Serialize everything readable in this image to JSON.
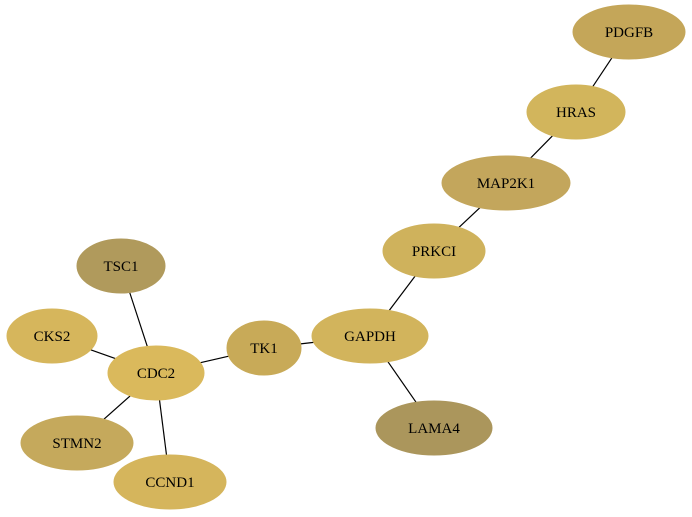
{
  "nodes": [
    {
      "id": "PDGFB",
      "label": "PDGFB",
      "color": "#c4a659"
    },
    {
      "id": "HRAS",
      "label": "HRAS",
      "color": "#d2b55c"
    },
    {
      "id": "MAP2K1",
      "label": "MAP2K1",
      "color": "#c3a65c"
    },
    {
      "id": "PRKCI",
      "label": "PRKCI",
      "color": "#cfb25c"
    },
    {
      "id": "GAPDH",
      "label": "GAPDH",
      "color": "#d2b45c"
    },
    {
      "id": "LAMA4",
      "label": "LAMA4",
      "color": "#ab965c"
    },
    {
      "id": "TK1",
      "label": "TK1",
      "color": "#c8aa58"
    },
    {
      "id": "TSC1",
      "label": "TSC1",
      "color": "#b09a5c"
    },
    {
      "id": "CKS2",
      "label": "CKS2",
      "color": "#d6b65c"
    },
    {
      "id": "CDC2",
      "label": "CDC2",
      "color": "#dab95c"
    },
    {
      "id": "STMN2",
      "label": "STMN2",
      "color": "#c5a95c"
    },
    {
      "id": "CCND1",
      "label": "CCND1",
      "color": "#d5b55c"
    }
  ],
  "edges": [
    [
      "PDGFB",
      "HRAS"
    ],
    [
      "HRAS",
      "MAP2K1"
    ],
    [
      "MAP2K1",
      "PRKCI"
    ],
    [
      "PRKCI",
      "GAPDH"
    ],
    [
      "GAPDH",
      "LAMA4"
    ],
    [
      "GAPDH",
      "TK1"
    ],
    [
      "TK1",
      "CDC2"
    ],
    [
      "TSC1",
      "CDC2"
    ],
    [
      "CKS2",
      "CDC2"
    ],
    [
      "CDC2",
      "STMN2"
    ],
    [
      "CDC2",
      "CCND1"
    ]
  ]
}
